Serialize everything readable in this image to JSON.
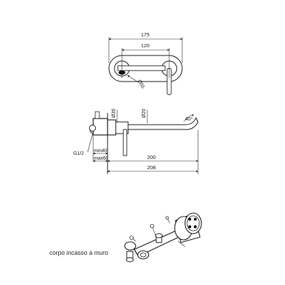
{
  "top_view": {
    "dims": {
      "overall": "175",
      "centers": "120",
      "rosette": "Ø55"
    }
  },
  "side_view": {
    "dims": {
      "rosette": "Ø35",
      "spout": "Ø20",
      "angle": "40°",
      "thread": "G1/2",
      "min": "min40",
      "max": "max60",
      "reach": "200",
      "overall": "208"
    }
  },
  "caption": "corpo incasso a muro"
}
